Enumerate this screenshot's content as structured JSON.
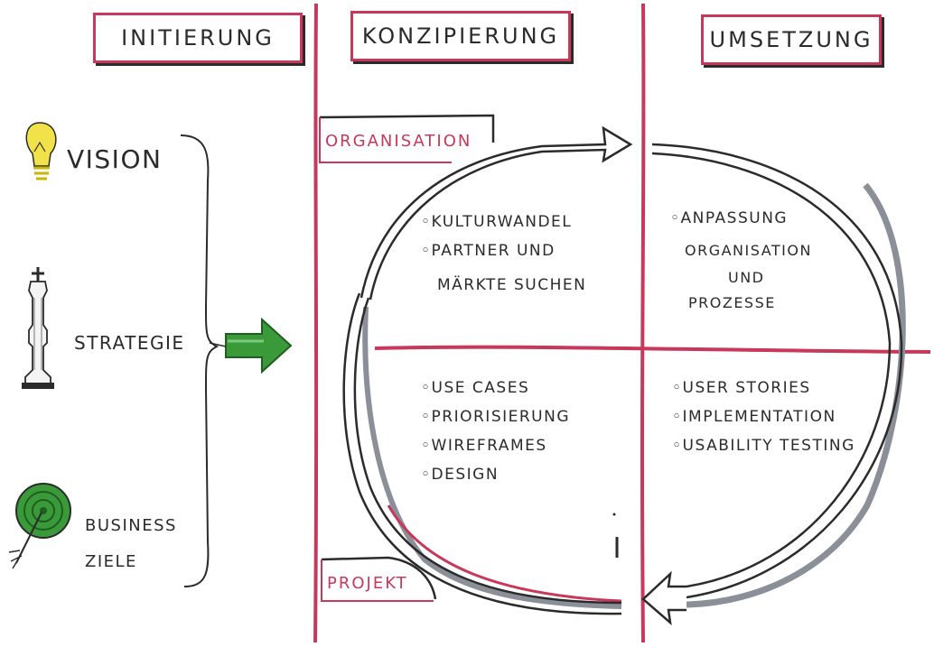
{
  "phases": {
    "initiierung": "INITIERUNG",
    "konzipierung": "KONZIPIERUNG",
    "umsetzung": "UMSETZUNG"
  },
  "left": {
    "vision": "VISION",
    "strategie": "STRATEGIE",
    "business_line1": "BUSINESS",
    "business_line2": "ZIELE"
  },
  "tags": {
    "organisation": "ORGANISATION",
    "projekt": "PROJEKT"
  },
  "quadrants": {
    "top_left": [
      "KULTURWANDEL",
      "PARTNER UND",
      "MÄRKTE SUCHEN"
    ],
    "top_right": [
      "ANPASSUNG",
      "ORGANISATION",
      "UND",
      "PROZESSE"
    ],
    "bottom_left": [
      "USE CASES",
      "PRIORISIERUNG",
      "WIREFRAMES",
      "DESIGN"
    ],
    "bottom_right": [
      "USER STORIES",
      "IMPLEMENTATION",
      "USABILITY TESTING"
    ]
  },
  "colors": {
    "accent": "#c8385a",
    "ink": "#2b2b2b",
    "arrow_green": "#3a9a3a",
    "bulb_yellow": "#f2e24a",
    "cycle_shadow": "#8a8f98"
  },
  "icons": [
    "lightbulb-icon",
    "king-chess-icon",
    "target-icon",
    "green-arrow-icon"
  ]
}
